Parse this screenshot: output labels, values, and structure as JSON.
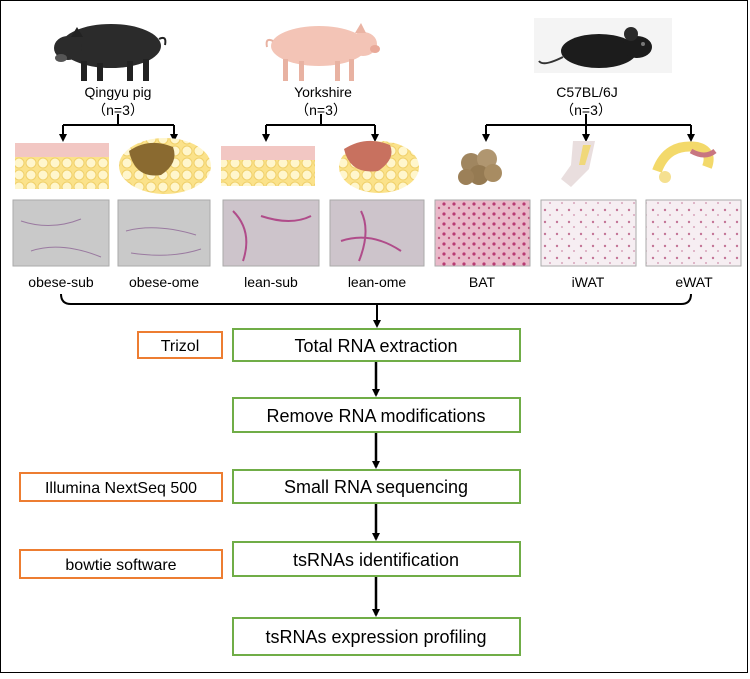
{
  "colors": {
    "step_border": "#70ad47",
    "side_border": "#ed7d31",
    "fat": "#fbe9a3",
    "skin": "#f2c7c3",
    "liver": "#c8715f",
    "histo_pig": "#c9c9c9"
  },
  "species": [
    {
      "name": "Qingyu pig",
      "n": "（n=3）",
      "icon": "black-pig-photo"
    },
    {
      "name": "Yorkshire",
      "n": "（n=3）",
      "icon": "pink-pig-photo"
    },
    {
      "name": "C57BL/6J",
      "n": "（n=3）",
      "icon": "mouse-photo"
    }
  ],
  "tissues": [
    "obese-sub",
    "obese-ome",
    "lean-sub",
    "lean-ome",
    "BAT",
    "iWAT",
    "eWAT"
  ],
  "steps": [
    "Total RNA extraction",
    "Remove RNA modifications",
    "Small RNA sequencing",
    "tsRNAs identification",
    "tsRNAs expression profiling"
  ],
  "side_labels": [
    "Trizol",
    "Illumina NextSeq 500",
    "bowtie software"
  ]
}
